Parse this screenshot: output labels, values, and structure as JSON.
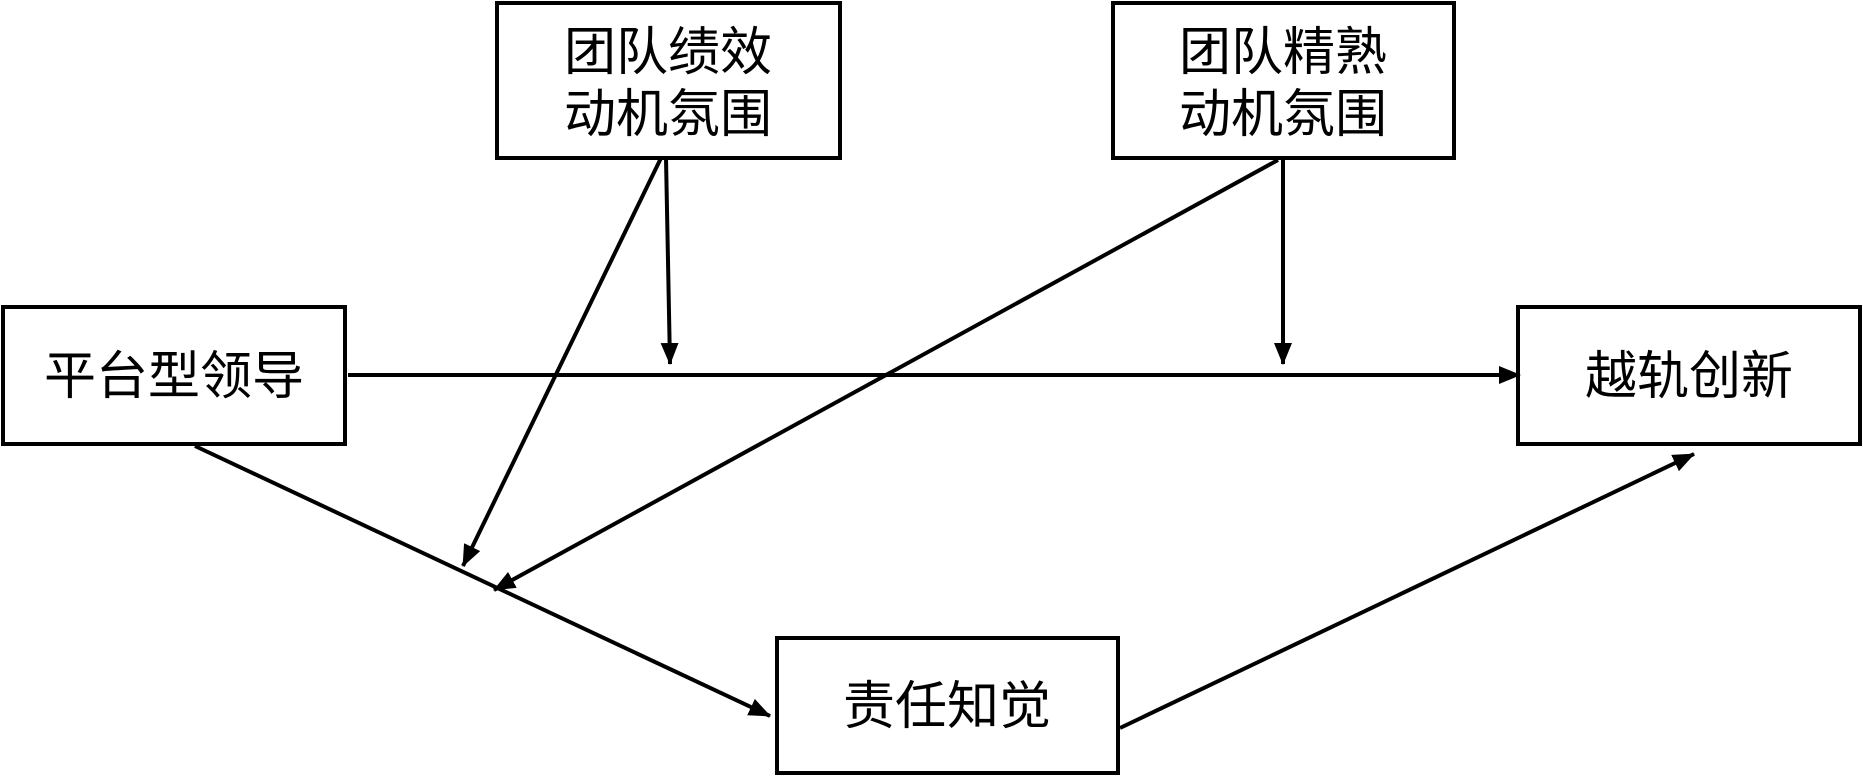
{
  "nodes": {
    "performance_climate": {
      "line1": "团队绩效",
      "line2": "动机氛围"
    },
    "mastery_climate": {
      "line1": "团队精熟",
      "line2": "动机氛围"
    },
    "platform_leadership": {
      "label": "平台型领导"
    },
    "off_track_innovation": {
      "label": "越轨创新"
    },
    "responsibility_perception": {
      "label": "责任知觉"
    }
  },
  "colors": {
    "line": "#000000",
    "box_border": "#000000",
    "background": "#ffffff"
  }
}
